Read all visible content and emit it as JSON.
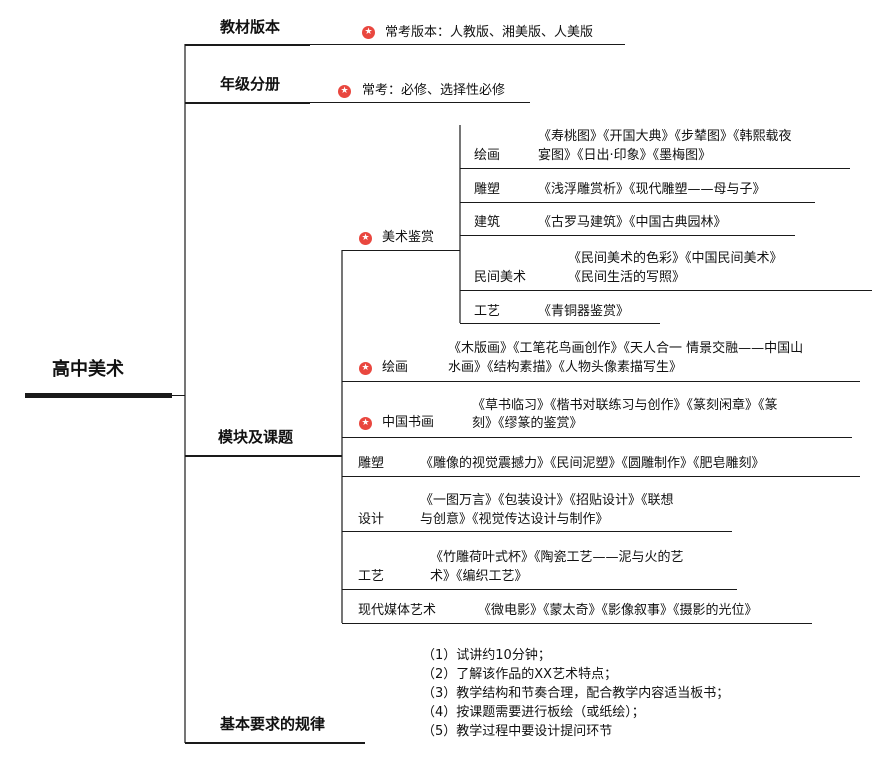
{
  "root": {
    "label": "高中美术"
  },
  "branches": {
    "textbook": {
      "label": "教材版本",
      "note": "常考版本：人教版、湘美版、人美版"
    },
    "grade": {
      "label": "年级分册",
      "note": "常考：必修、选择性必修"
    },
    "modules": {
      "label": "模块及课题",
      "appreciation": {
        "label": "美术鉴赏",
        "items": [
          {
            "name": "绘画",
            "line1": "《寿桃图》《开国大典》《步辇图》《韩熙载夜",
            "line2": "宴图》《日出·印象》《墨梅图》"
          },
          {
            "name": "雕塑",
            "line1": "《浅浮雕赏析》《现代雕塑——母与子》"
          },
          {
            "name": "建筑",
            "line1": "《古罗马建筑》《中国古典园林》"
          },
          {
            "name": "民间美术",
            "line1": "《民间美术的色彩》《中国民间美术》",
            "line2": "《民间生活的写照》"
          },
          {
            "name": "工艺",
            "line1": "《青铜器鉴赏》"
          }
        ]
      },
      "painting": {
        "label": "绘画",
        "line1": "《木版画》《工笔花鸟画创作》《天人合一 情景交融——中国山",
        "line2": "水画》《结构素描》《人物头像素描写生》"
      },
      "calligraphy": {
        "label": "中国书画",
        "line1": "《草书临习》《楷书对联练习与创作》《篆刻闲章》《篆",
        "line2": "刻》《缪篆的鉴赏》"
      },
      "sculpture": {
        "label": "雕塑",
        "line1": "《雕像的视觉震撼力》《民间泥塑》《圆雕制作》《肥皂雕刻》"
      },
      "design": {
        "label": "设计",
        "line1": "《一图万言》《包装设计》《招贴设计》《联想",
        "line2": "与创意》《视觉传达设计与制作》"
      },
      "craft": {
        "label": "工艺",
        "line1": "《竹雕荷叶式杯》《陶瓷工艺——泥与火的艺",
        "line2": "术》《编织工艺》"
      },
      "media": {
        "label": "现代媒体艺术",
        "line1": "《微电影》《蒙太奇》《影像叙事》《摄影的光位》"
      }
    },
    "rules": {
      "label": "基本要求的规律",
      "items": [
        "（1）试讲约10分钟；",
        "（2）了解该作品的XX艺术特点；",
        "（3）教学结构和节奏合理，配合教学内容适当板书；",
        "（4）按课题需要进行板绘（或纸绘）；",
        "（5）教学过程中要设计提问环节"
      ]
    }
  },
  "icons": {
    "star": "star-badge-icon"
  },
  "colors": {
    "star": "#e9473f",
    "line": "#1a1a1a"
  }
}
